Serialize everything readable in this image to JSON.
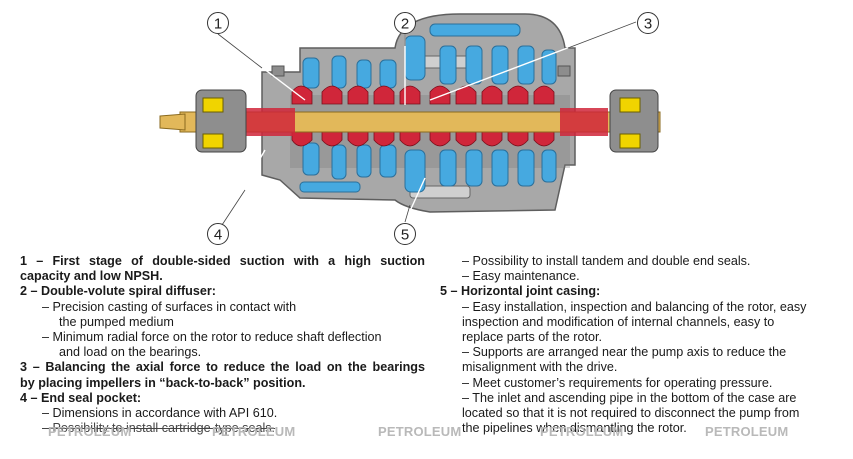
{
  "figure": {
    "callouts": [
      "1",
      "2",
      "3",
      "4",
      "5"
    ]
  },
  "left_column": {
    "item1_line1": "1 – First stage of double-sided suction with a high suction",
    "item1_line2": "capacity and low NPSH.",
    "item2_title": "2 – Double-volute spiral diffuser:",
    "item2_b1_line1": "– Precision casting of surfaces in contact with",
    "item2_b1_line2": "the pumped medium",
    "item2_b2_line1": "– Minimum radial force on the rotor to reduce shaft deflection",
    "item2_b2_line2": "and load on the bearings.",
    "item3_line1": "3 – Balancing the axial force to reduce the load on the bearings",
    "item3_line2": "by placing impellers in “back-to-back” position.",
    "item4_title": "4 – End seal pocket:",
    "item4_b1": "– Dimensions in accordance with API 610.",
    "item4_b2": "– Possibility to install cartridge-type seals."
  },
  "right_column": {
    "item4_b3": "– Possibility to install tandem and double end seals.",
    "item4_b4": "– Easy maintenance.",
    "item5_title": "5 – Horizontal joint casing:",
    "item5_b1_line1": "– Easy installation, inspection and balancing of the rotor, easy",
    "item5_b1_line2": "inspection and modification of internal channels, easy to",
    "item5_b1_line3": "replace parts of the rotor.",
    "item5_b2_line1": "– Supports are arranged near the pump axis to reduce the",
    "item5_b2_line2": "misalignment with the drive.",
    "item5_b3": "– Meet customer’s requirements for operating pressure.",
    "item5_b4_line1": "– The inlet and ascending pipe in the bottom of the case are",
    "item5_b4_line2": "located so that it is not  required to disconnect the pump from",
    "item5_b4_line3": "the pipelines when dismantling the rotor."
  },
  "watermarks": [
    "PETROLEUM",
    "PETROLEUM",
    "PETROLEUM",
    "PETROLEUM",
    "PETROLEUM"
  ],
  "colors": {
    "casing": "#a8a8a8",
    "casing_dark": "#6e6e6e",
    "channels": "#46a9e0",
    "impellers": "#d0263a",
    "shaft": "#e2b85a",
    "bearing_yellow": "#f0d400",
    "watermark": "#b9b9b9"
  }
}
